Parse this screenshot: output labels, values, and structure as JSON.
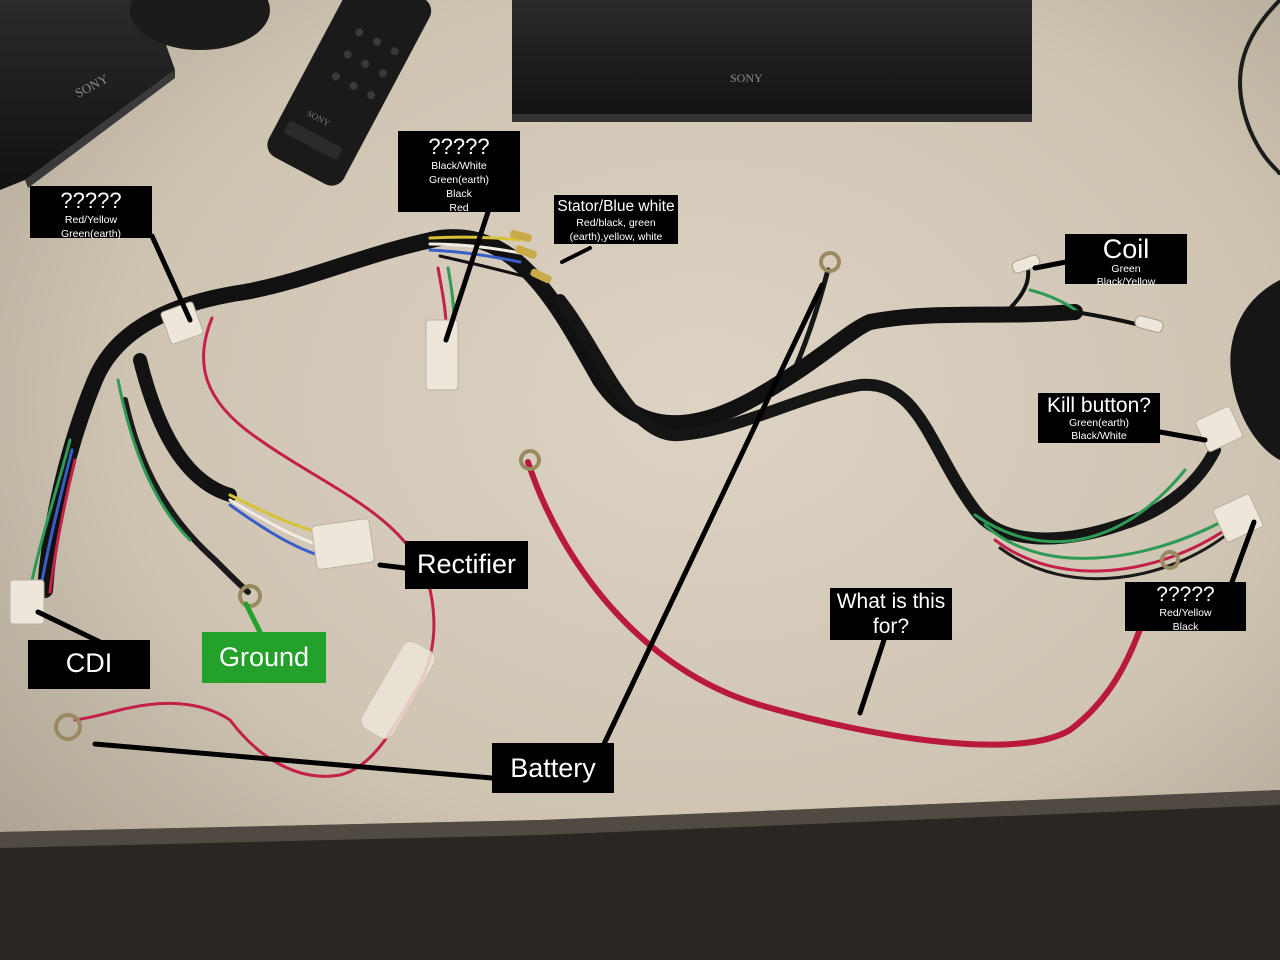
{
  "labels": {
    "cdi_connector": {
      "title": "?????",
      "lines": [
        "Red/Yellow",
        "Green(earth)"
      ]
    },
    "middle_connector": {
      "title": "?????",
      "lines": [
        "Black/White",
        "Green(earth)",
        "Black",
        "Red"
      ]
    },
    "stator": {
      "title": "Stator/Blue white",
      "lines": [
        "Red/black, green",
        "(earth),yellow, white"
      ]
    },
    "coil": {
      "title": "Coil",
      "lines": [
        "Green",
        "Black/Yellow"
      ]
    },
    "kill_button": {
      "title": "Kill button?",
      "lines": [
        "Green(earth)",
        "Black/White"
      ]
    },
    "right_connector": {
      "title": "?????",
      "lines": [
        "Red/Yellow",
        "Black"
      ]
    },
    "rectifier": "Rectifier",
    "cdi": "CDI",
    "ground": "Ground",
    "battery": "Battery",
    "what_for": "What is this for?"
  },
  "brand": {
    "left_box": "SONY",
    "center_box": "SONY",
    "remote": "SONY"
  },
  "colors": {
    "label_bg": "#000000",
    "ground_label_bg": "#23a12a",
    "table": "#d9cfc0",
    "wire_black": "#141414",
    "wire_red": "#c41f45",
    "wire_green": "#2e9a56",
    "wire_yellow": "#d8c235",
    "wire_blue": "#3a5ec8",
    "connector": "#ece6db",
    "ring_terminal": "#9a8a62"
  }
}
